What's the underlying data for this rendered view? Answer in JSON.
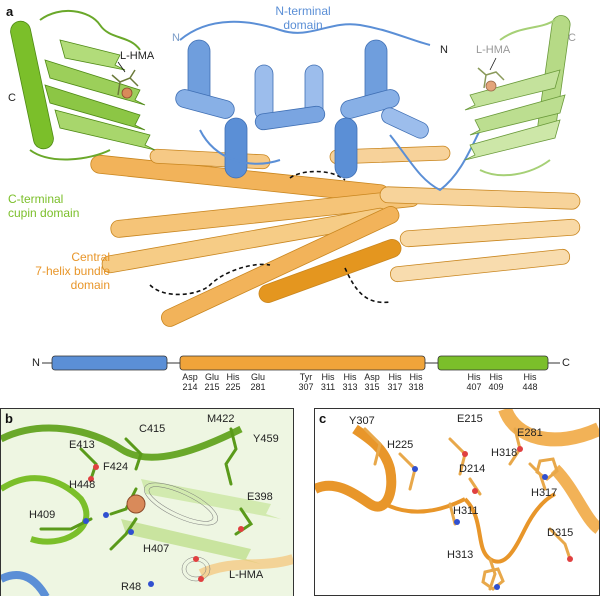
{
  "panel_a": {
    "letter": "a",
    "n_domain_label": "N-terminal\ndomain",
    "c_cupin_label": "C-terminal\ncupin domain",
    "helix_label": "Central\n7-helix bundle\ndomain",
    "lhma_left": "L-HMA",
    "lhma_right": "L-HMA",
    "term_n1": "N",
    "term_n2": "N",
    "term_c_left": "C",
    "term_c_right": "C"
  },
  "bar": {
    "n_label": "N",
    "c_label": "C",
    "colors": {
      "n_domain": "#5b8fd6",
      "helix": "#f0a43a",
      "cupin": "#7bbf2a"
    },
    "residues": [
      {
        "name": "Asp",
        "num": "214"
      },
      {
        "name": "Glu",
        "num": "215"
      },
      {
        "name": "His",
        "num": "225"
      },
      {
        "name": "Glu",
        "num": "281"
      },
      {
        "name": "Tyr",
        "num": "307"
      },
      {
        "name": "His",
        "num": "311"
      },
      {
        "name": "His",
        "num": "313"
      },
      {
        "name": "Asp",
        "num": "315"
      },
      {
        "name": "His",
        "num": "317"
      },
      {
        "name": "His",
        "num": "318"
      },
      {
        "name": "His",
        "num": "407"
      },
      {
        "name": "His",
        "num": "409"
      },
      {
        "name": "His",
        "num": "448"
      }
    ]
  },
  "panel_b": {
    "letter": "b",
    "labels": [
      "E413",
      "C415",
      "M422",
      "Y459",
      "F424",
      "H448",
      "E398",
      "H409",
      "H407",
      "R48",
      "L-HMA"
    ]
  },
  "panel_c": {
    "letter": "c",
    "labels": [
      "Y307",
      "E215",
      "E281",
      "H225",
      "D214",
      "H318",
      "H317",
      "H311",
      "D315",
      "H313"
    ]
  }
}
